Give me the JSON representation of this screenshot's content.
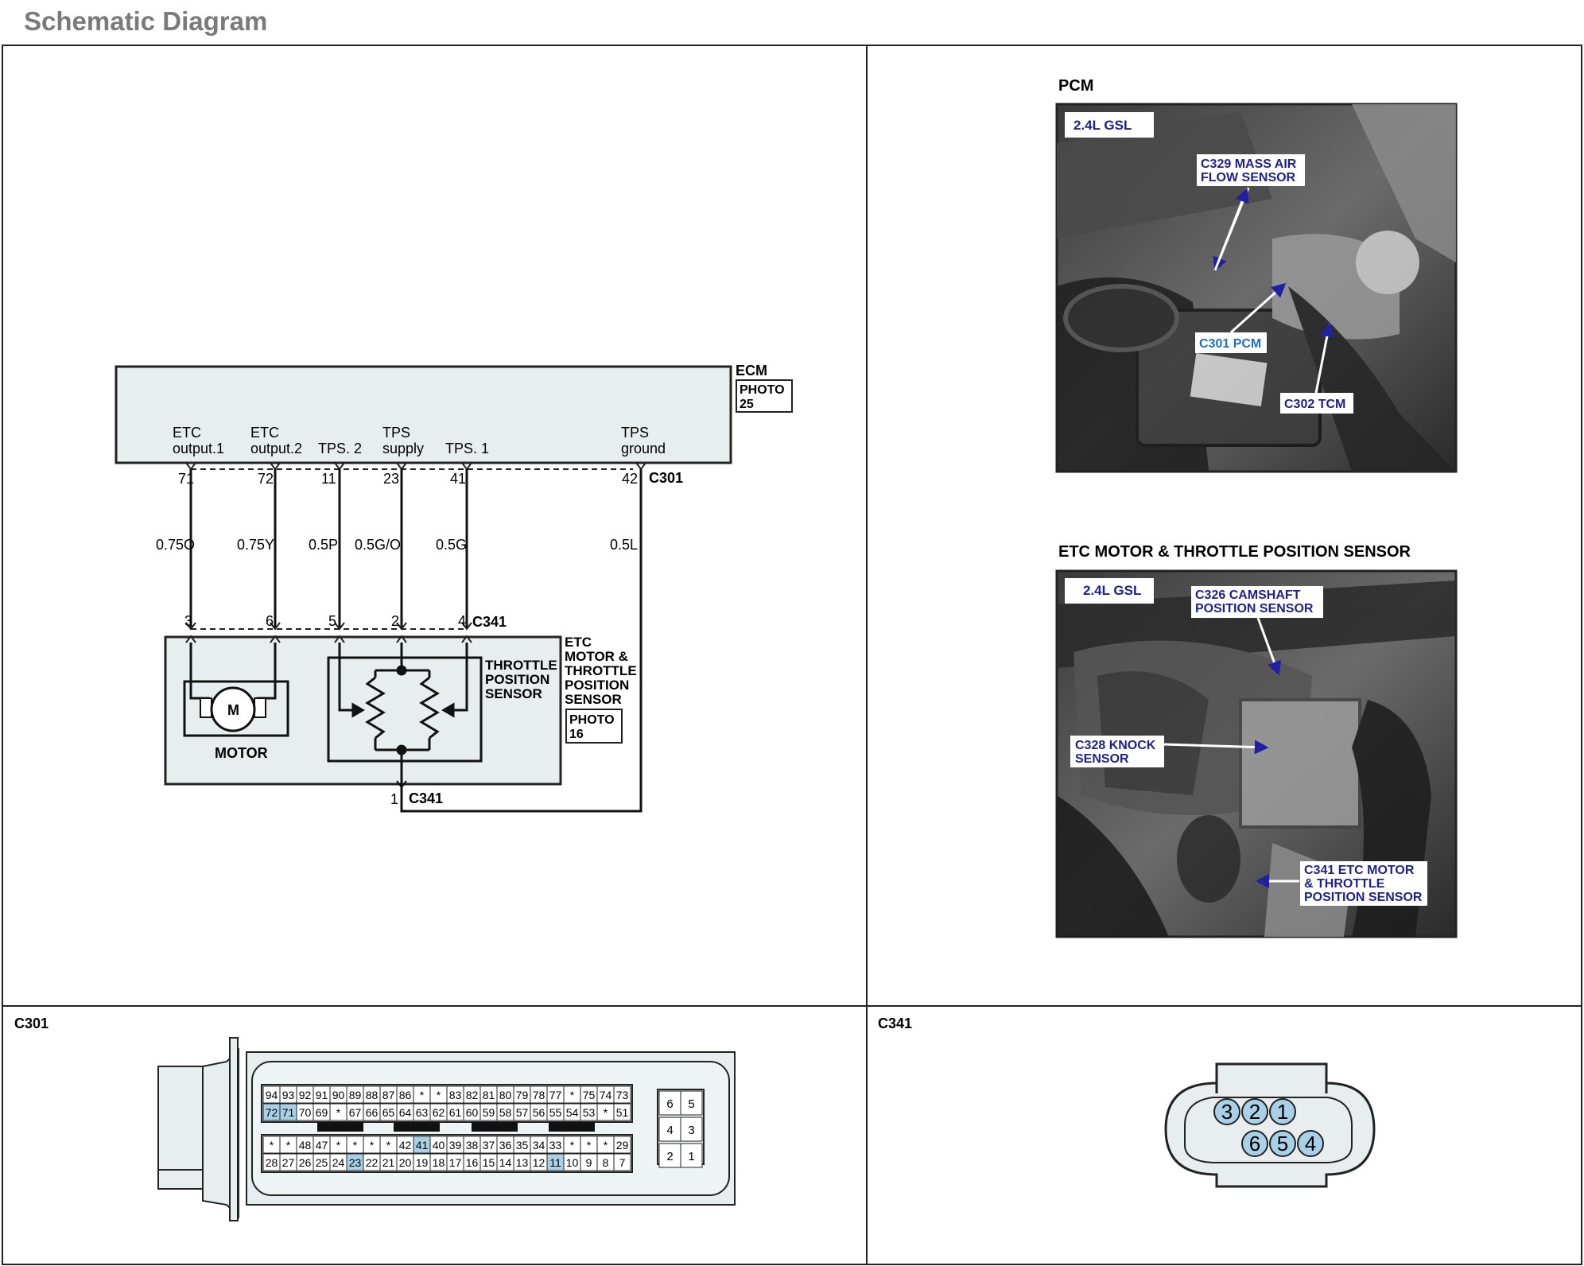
{
  "page_title": "Schematic Diagram",
  "ecm": {
    "label": "ECM",
    "photo": [
      "PHOTO",
      "25"
    ],
    "pins": [
      {
        "name_lines": [
          "ETC",
          "output.1"
        ],
        "pin": "71",
        "wire": "0.75O",
        "dest_pin": "3"
      },
      {
        "name_lines": [
          "ETC",
          "output.2"
        ],
        "pin": "72",
        "wire": "0.75Y",
        "dest_pin": "6"
      },
      {
        "name_lines": [
          "",
          "TPS. 2"
        ],
        "pin": "11",
        "wire": "0.5P",
        "dest_pin": "5"
      },
      {
        "name_lines": [
          "TPS",
          "supply"
        ],
        "pin": "23",
        "wire": "0.5G/O",
        "dest_pin": "2"
      },
      {
        "name_lines": [
          "",
          "TPS. 1"
        ],
        "pin": "41",
        "wire": "0.5G",
        "dest_pin": "4"
      },
      {
        "name_lines": [
          "TPS",
          "ground"
        ],
        "pin": "42",
        "wire": "0.5L",
        "dest_pin": "1"
      }
    ],
    "connector": "C301"
  },
  "etc_module": {
    "connector": "C341",
    "ground_connector": "C341",
    "label_lines": [
      "ETC",
      "MOTOR  &",
      "THROTTLE",
      "POSITION",
      "SENSOR"
    ],
    "photo": [
      "PHOTO",
      "16"
    ],
    "motor_symbol": "M",
    "motor_label": "MOTOR",
    "tps_label_lines": [
      "THROTTLE",
      "POSITION",
      "SENSOR"
    ]
  },
  "photos": [
    {
      "title": "PCM",
      "tag": "2.4L GSL",
      "callouts": [
        {
          "lines": [
            "C329 MASS AIR",
            "FLOW SENSOR"
          ]
        },
        {
          "lines": [
            "C301 PCM"
          ]
        },
        {
          "lines": [
            "C302 TCM"
          ]
        }
      ]
    },
    {
      "title": "ETC MOTOR & THROTTLE POSITION SENSOR",
      "tag": "2.4L GSL",
      "callouts": [
        {
          "lines": [
            "C326 CAMSHAFT",
            "POSITION SENSOR"
          ]
        },
        {
          "lines": [
            "C328 KNOCK",
            "SENSOR"
          ]
        },
        {
          "lines": [
            "C341 ETC MOTOR",
            "& THROTTLE",
            "POSITION SENSOR"
          ]
        }
      ]
    }
  ],
  "c301_view": {
    "title": "C301",
    "rows": [
      [
        "94",
        "93",
        "92",
        "91",
        "90",
        "89",
        "88",
        "87",
        "86",
        "*",
        "*",
        "83",
        "82",
        "81",
        "80",
        "79",
        "78",
        "77",
        "*",
        "75",
        "74",
        "73"
      ],
      [
        "72",
        "71",
        "70",
        "69",
        "*",
        "67",
        "66",
        "65",
        "64",
        "63",
        "62",
        "61",
        "60",
        "59",
        "58",
        "57",
        "56",
        "55",
        "54",
        "53",
        "*",
        "51"
      ],
      [
        "*",
        "*",
        "48",
        "47",
        "*",
        "*",
        "*",
        "*",
        "42",
        "41",
        "40",
        "39",
        "38",
        "37",
        "36",
        "35",
        "34",
        "33",
        "*",
        "*",
        "*",
        "29"
      ],
      [
        "28",
        "27",
        "26",
        "25",
        "24",
        "23",
        "22",
        "21",
        "20",
        "19",
        "18",
        "17",
        "16",
        "15",
        "14",
        "13",
        "12",
        "11",
        "10",
        "9",
        "8",
        "7"
      ]
    ],
    "side_rows": [
      [
        "6",
        "5"
      ],
      [
        "4",
        "3"
      ],
      [
        "2",
        "1"
      ]
    ],
    "highlighted": [
      "72",
      "71",
      "41",
      "23",
      "11"
    ],
    "highlight_color": "#a8d0e6"
  },
  "c341_view": {
    "title": "C341",
    "top_pins": [
      "3",
      "2",
      "1"
    ],
    "bottom_pins": [
      "6",
      "5",
      "4"
    ],
    "pin_color": "#a8d0e6"
  },
  "colors": {
    "photo_label": "#1f1f8c",
    "pcm_label": "#1d6fc2"
  }
}
